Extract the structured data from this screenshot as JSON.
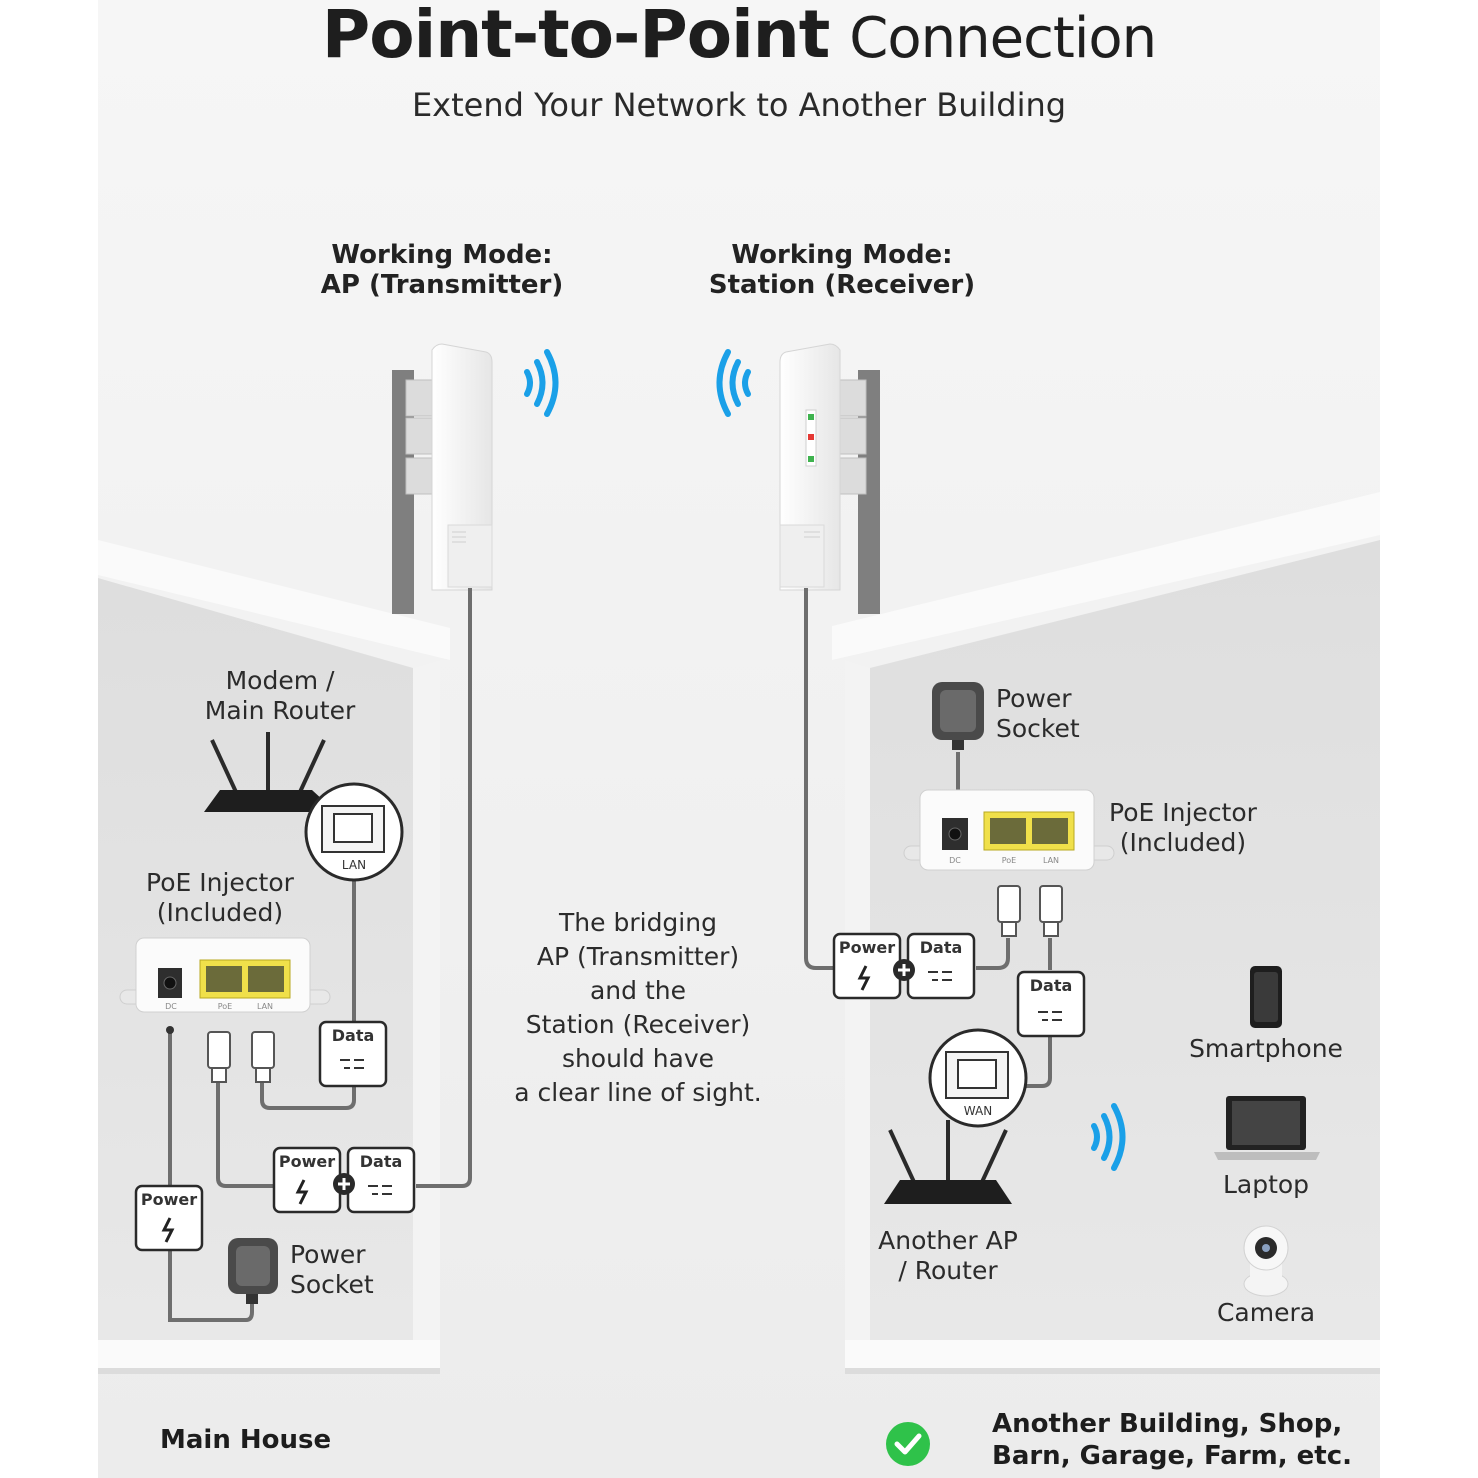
{
  "title": {
    "strong": "Point-to-Point",
    "light": "Connection"
  },
  "subtitle": "Extend Your Network to Another Building",
  "modes": {
    "ap": {
      "line1": "Working Mode:",
      "line2": "AP (Transmitter)"
    },
    "station": {
      "line1": "Working Mode:",
      "line2": "Station (Receiver)"
    }
  },
  "left": {
    "router": {
      "line1": "Modem /",
      "line2": "Main Router"
    },
    "lan_port": "LAN",
    "poe": {
      "line1": "PoE Injector",
      "line2": "(Included)"
    },
    "ports": {
      "dc": "DC",
      "poe": "PoE",
      "lan": "LAN"
    },
    "boxes": {
      "data": "Data",
      "power": "Power"
    },
    "power_socket": {
      "line1": "Power",
      "line2": "Socket"
    }
  },
  "center_note": [
    "The bridging",
    "AP (Transmitter)",
    "and the",
    "Station (Receiver)",
    "should have",
    "a clear line of sight."
  ],
  "right": {
    "power_socket": {
      "line1": "Power",
      "line2": "Socket"
    },
    "poe": {
      "line1": "PoE Injector",
      "line2": "(Included)"
    },
    "ports": {
      "dc": "DC",
      "poe": "PoE",
      "lan": "LAN"
    },
    "boxes": {
      "data": "Data",
      "power": "Power"
    },
    "wan_port": "WAN",
    "router": {
      "line1": "Another AP",
      "line2": "/ Router"
    },
    "devices": [
      "Smartphone",
      "Laptop",
      "Camera"
    ]
  },
  "bottom": {
    "left": "Main House",
    "right": {
      "line1": "Another Building, Shop,",
      "line2": "Barn, Garage, Farm, etc."
    }
  },
  "colors": {
    "wifi_signal": "#1aa0e8",
    "check": "#2fc24a",
    "poe_port": "#f0e04a"
  }
}
